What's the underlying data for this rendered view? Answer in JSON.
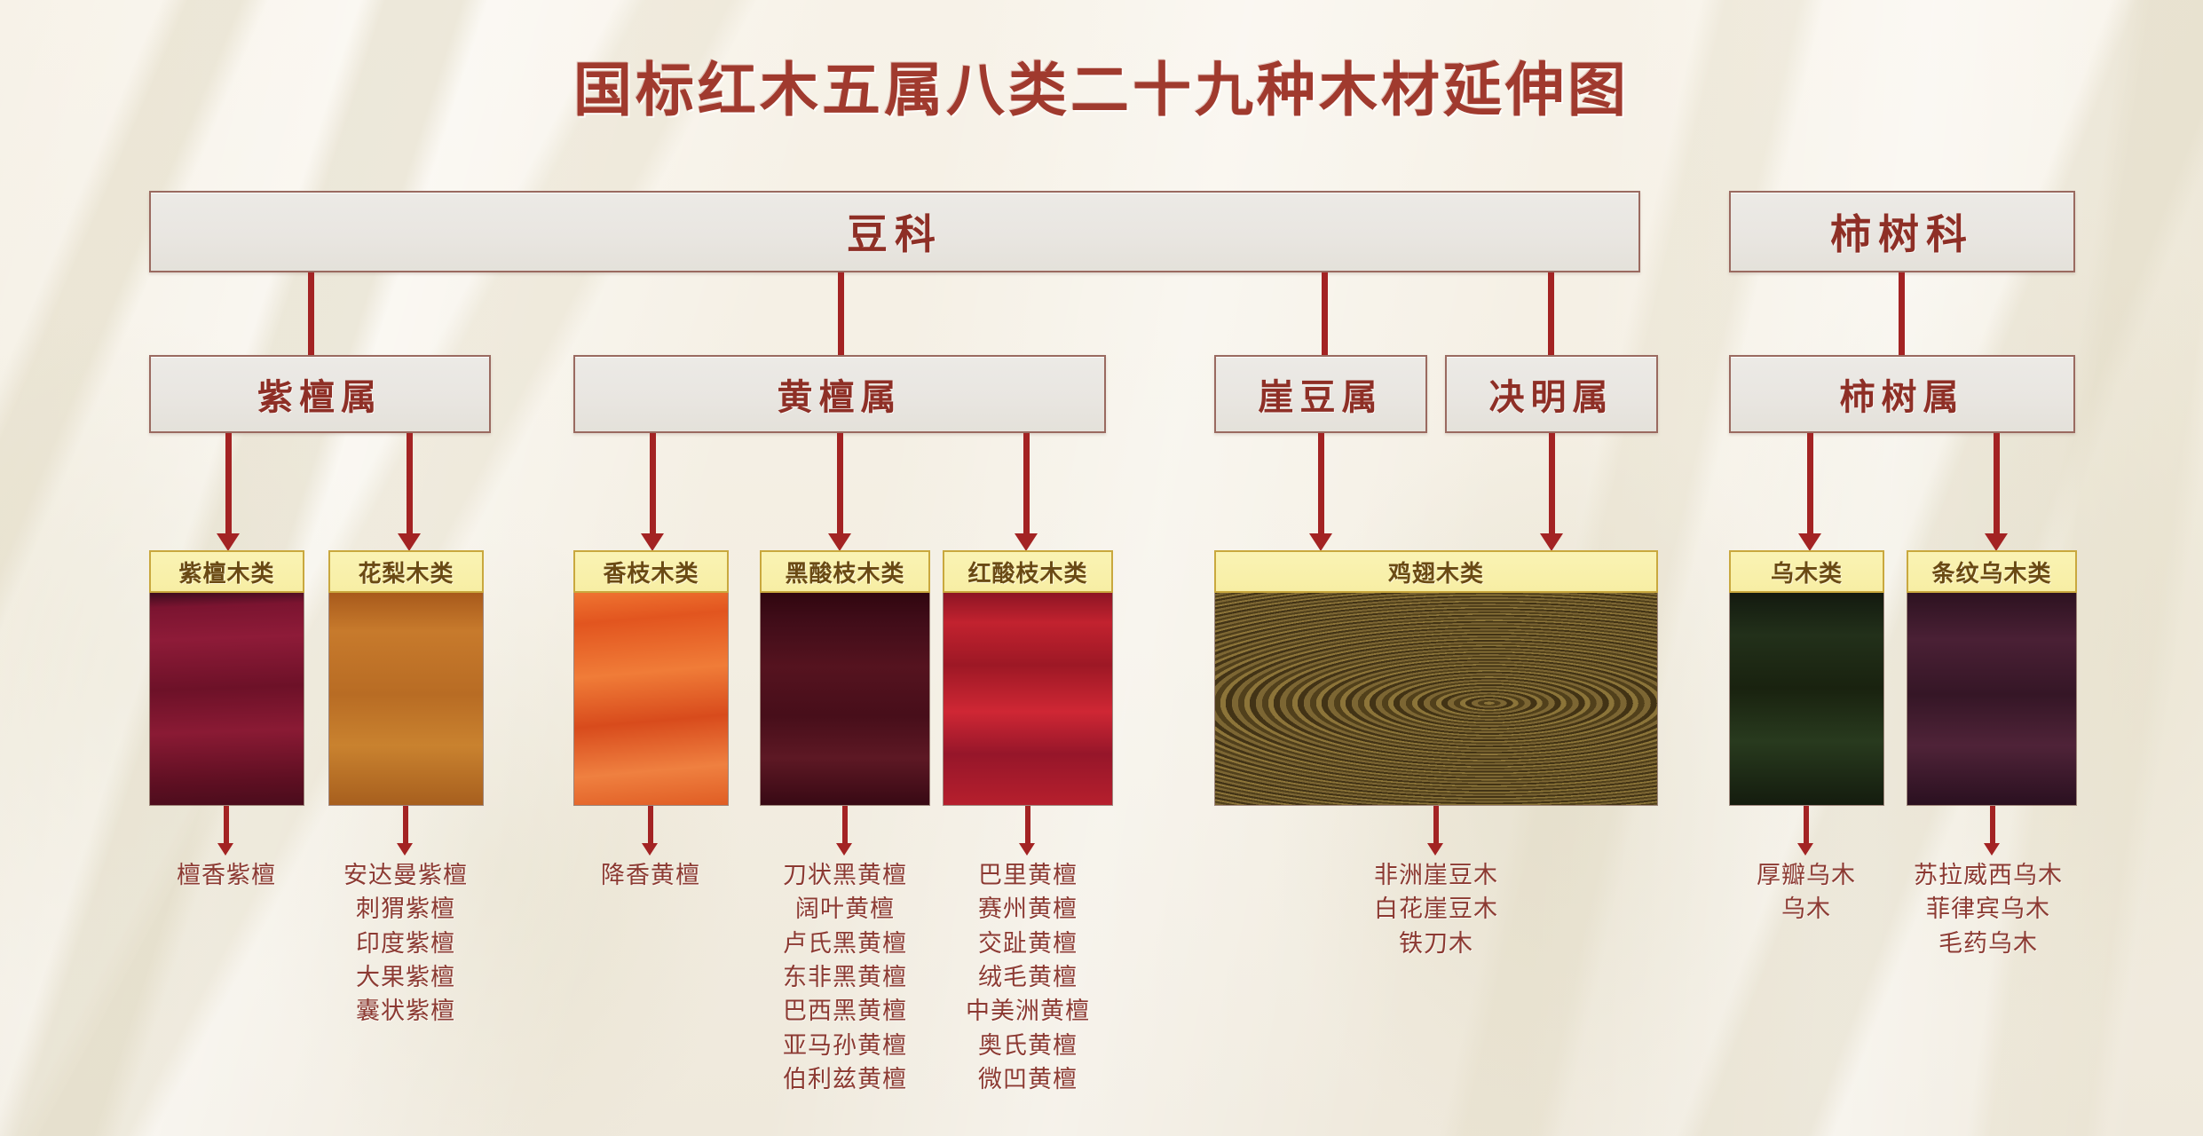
{
  "title": "国标红木五属八类二十九种木材延伸图",
  "colors": {
    "background": "#f3eee2",
    "title_red": "#a03a2e",
    "box_text_red": "#8e2f26",
    "connector_red": "#a32323",
    "category_yellow": "#f9f1ab",
    "category_border": "#c9a83e",
    "species_text": "#8c3a32"
  },
  "families": [
    {
      "id": "fabaceae",
      "label": "豆科"
    },
    {
      "id": "ebenaceae",
      "label": "柿树科"
    }
  ],
  "genera": [
    {
      "id": "pterocarpus",
      "label": "紫檀属",
      "family": "豆科"
    },
    {
      "id": "dalbergia",
      "label": "黄檀属",
      "family": "豆科"
    },
    {
      "id": "millettia",
      "label": "崖豆属",
      "family": "豆科"
    },
    {
      "id": "cassia",
      "label": "决明属",
      "family": "豆科"
    },
    {
      "id": "diospyros",
      "label": "柿树属",
      "family": "柿树科"
    }
  ],
  "categories": [
    {
      "id": "zitan",
      "label": "紫檀木类",
      "genus": "紫檀属",
      "wood_color": "#7b1430",
      "species": [
        "檀香紫檀"
      ]
    },
    {
      "id": "huali",
      "label": "花梨木类",
      "genus": "紫檀属",
      "wood_color": "#c07227",
      "species": [
        "安达曼紫檀",
        "刺猬紫檀",
        "印度紫檀",
        "大果紫檀",
        "囊状紫檀"
      ]
    },
    {
      "id": "xiangzhi",
      "label": "香枝木类",
      "genus": "黄檀属",
      "wood_color": "#e0612a",
      "species": [
        "降香黄檀"
      ]
    },
    {
      "id": "heisuanzhi",
      "label": "黑酸枝木类",
      "genus": "黄檀属",
      "wood_color": "#4a1020",
      "species": [
        "刀状黑黄檀",
        "阔叶黄檀",
        "卢氏黑黄檀",
        "东非黑黄檀",
        "巴西黑黄檀",
        "亚马孙黄檀",
        "伯利兹黄檀"
      ]
    },
    {
      "id": "hongsuanzhi",
      "label": "红酸枝木类",
      "genus": "黄檀属",
      "wood_color": "#b21f2c",
      "species": [
        "巴里黄檀",
        "赛州黄檀",
        "交趾黄檀",
        "绒毛黄檀",
        "中美洲黄檀",
        "奥氏黄檀",
        "微凹黄檀"
      ]
    },
    {
      "id": "jichi",
      "label": "鸡翅木类",
      "genus": "崖豆属 / 决明属",
      "wood_color": "#6f5a29",
      "species": [
        "非洲崖豆木",
        "白花崖豆木",
        "铁刀木"
      ]
    },
    {
      "id": "wumu",
      "label": "乌木类",
      "genus": "柿树属",
      "wood_color": "#1c2418",
      "species": [
        "厚瓣乌木",
        "乌木"
      ]
    },
    {
      "id": "tiaowenwumu",
      "label": "条纹乌木类",
      "genus": "柿树属",
      "wood_color": "#3d1a2c",
      "species": [
        "苏拉威西乌木",
        "菲律宾乌木",
        "毛药乌木"
      ]
    }
  ],
  "summary": {
    "families_count": "5",
    "categories_count": "8",
    "species_count": "29"
  }
}
